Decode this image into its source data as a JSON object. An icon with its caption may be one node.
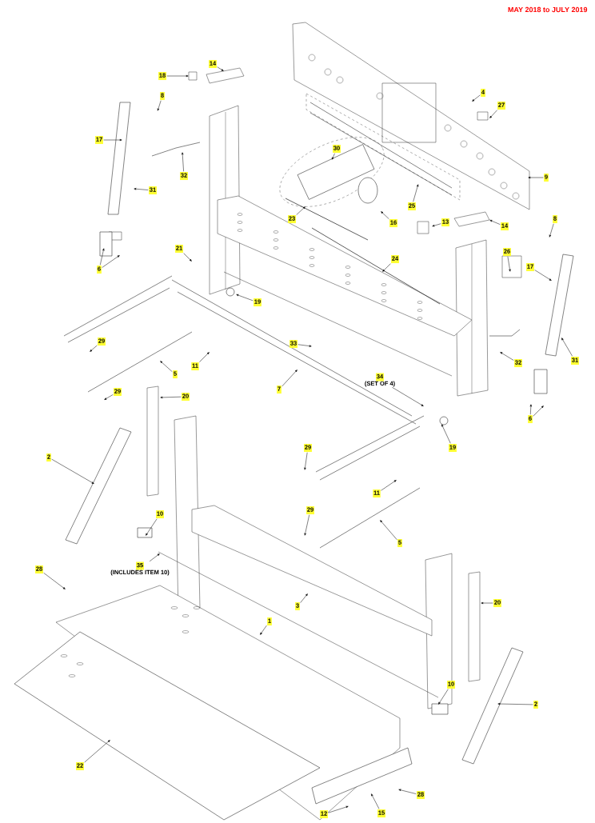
{
  "diagram": {
    "nodes": [
      {
        "text": [
          "18"
        ]
      },
      {
        "text": [
          "14"
        ]
      },
      {
        "text": [
          "8"
        ]
      },
      {
        "text": [
          "17"
        ]
      },
      {
        "text": [
          "32"
        ]
      },
      {
        "text": [
          "31"
        ]
      },
      {
        "text": [
          "6"
        ]
      },
      {
        "text": [
          "30"
        ]
      },
      {
        "text": [
          "4"
        ]
      },
      {
        "text": [
          "27"
        ]
      },
      {
        "text": [
          "9"
        ]
      },
      {
        "text": [
          "25"
        ]
      },
      {
        "text": [
          "16"
        ]
      },
      {
        "text": [
          "23"
        ]
      },
      {
        "text": [
          "13"
        ]
      },
      {
        "text": [
          "14"
        ]
      },
      {
        "text": [
          "8"
        ]
      },
      {
        "text": [
          "21"
        ]
      },
      {
        "text": [
          "24"
        ]
      },
      {
        "text": [
          "26"
        ]
      },
      {
        "text": [
          "17"
        ]
      },
      {
        "text": [
          "19"
        ]
      },
      {
        "text": [
          "29"
        ]
      },
      {
        "text": [
          "11"
        ]
      },
      {
        "text": [
          "5"
        ]
      },
      {
        "text": [
          "33"
        ]
      },
      {
        "text": [
          "7"
        ]
      },
      {
        "text": [
          "32"
        ]
      },
      {
        "text": [
          "31"
        ]
      },
      {
        "text": [
          "29"
        ]
      },
      {
        "text": [
          "34",
          "(SET OF 4)"
        ]
      },
      {
        "text": [
          "20"
        ]
      },
      {
        "text": [
          "6"
        ]
      },
      {
        "text": [
          "19"
        ]
      },
      {
        "text": [
          "2"
        ]
      },
      {
        "text": [
          "29"
        ]
      },
      {
        "text": [
          "11"
        ]
      },
      {
        "text": [
          "10"
        ]
      },
      {
        "text": [
          "29"
        ]
      },
      {
        "text": [
          "5"
        ]
      },
      {
        "text": [
          "35",
          "(INCLUDES ITEM 10)"
        ]
      },
      {
        "text": [
          "28"
        ]
      },
      {
        "text": [
          "3"
        ]
      },
      {
        "text": [
          "20"
        ]
      },
      {
        "text": [
          "1"
        ]
      },
      {
        "text": [
          "10"
        ]
      },
      {
        "text": [
          "2"
        ]
      },
      {
        "text": [
          "22"
        ]
      },
      {
        "text": [
          "28"
        ]
      },
      {
        "text": [
          "12"
        ]
      },
      {
        "text": [
          "15"
        ]
      }
    ],
    "edges": [
      {
        "from": 0,
        "to": null,
        "arrow": "to"
      },
      {
        "from": 1,
        "to": null,
        "arrow": "to"
      },
      {
        "from": 2,
        "to": null,
        "arrow": "to"
      },
      {
        "from": 3,
        "to": null,
        "arrow": "to"
      },
      {
        "from": 4,
        "to": null,
        "arrow": "to"
      },
      {
        "from": 5,
        "to": null,
        "arrow": "to"
      },
      {
        "from": 6,
        "to": null,
        "arrow": "to"
      },
      {
        "from": 6,
        "to": null,
        "arrow": "to"
      },
      {
        "from": 7,
        "to": null,
        "arrow": "to"
      },
      {
        "from": 8,
        "to": null,
        "arrow": "to"
      },
      {
        "from": 9,
        "to": null,
        "arrow": "to"
      },
      {
        "from": 10,
        "to": null,
        "arrow": "to"
      },
      {
        "from": 11,
        "to": null,
        "arrow": "to"
      },
      {
        "from": 12,
        "to": null,
        "arrow": "to"
      },
      {
        "from": 13,
        "to": null,
        "arrow": "to"
      },
      {
        "from": 14,
        "to": null,
        "arrow": "to"
      },
      {
        "from": 15,
        "to": null,
        "arrow": "to"
      },
      {
        "from": 16,
        "to": null,
        "arrow": "to"
      },
      {
        "from": 17,
        "to": null,
        "arrow": "to"
      },
      {
        "from": 18,
        "to": null,
        "arrow": "to"
      },
      {
        "from": 19,
        "to": null,
        "arrow": "to"
      },
      {
        "from": 20,
        "to": null,
        "arrow": "to"
      },
      {
        "from": 21,
        "to": null,
        "arrow": "to"
      },
      {
        "from": 22,
        "to": null,
        "arrow": "to"
      },
      {
        "from": 23,
        "to": null,
        "arrow": "to"
      },
      {
        "from": 24,
        "to": null,
        "arrow": "to"
      },
      {
        "from": 25,
        "to": null,
        "arrow": "to"
      },
      {
        "from": 26,
        "to": null,
        "arrow": "to"
      },
      {
        "from": 27,
        "to": null,
        "arrow": "to"
      },
      {
        "from": 28,
        "to": null,
        "arrow": "to"
      },
      {
        "from": 29,
        "to": null,
        "arrow": "to"
      },
      {
        "from": 30,
        "to": null,
        "arrow": "to"
      },
      {
        "from": 31,
        "to": null,
        "arrow": "to"
      },
      {
        "from": 32,
        "to": null,
        "arrow": "to"
      },
      {
        "from": 32,
        "to": null,
        "arrow": "to"
      },
      {
        "from": 33,
        "to": null,
        "arrow": "to"
      },
      {
        "from": 34,
        "to": null,
        "arrow": "to"
      },
      {
        "from": 35,
        "to": null,
        "arrow": "to"
      },
      {
        "from": 36,
        "to": null,
        "arrow": "to"
      },
      {
        "from": 37,
        "to": null,
        "arrow": "to"
      },
      {
        "from": 38,
        "to": null,
        "arrow": "to"
      },
      {
        "from": 39,
        "to": null,
        "arrow": "to"
      },
      {
        "from": 40,
        "to": null,
        "arrow": "to"
      },
      {
        "from": 41,
        "to": null,
        "arrow": "to"
      },
      {
        "from": 42,
        "to": null,
        "arrow": "to"
      },
      {
        "from": 43,
        "to": null,
        "arrow": "to"
      },
      {
        "from": 44,
        "to": null,
        "arrow": "to"
      },
      {
        "from": 45,
        "to": null,
        "arrow": "to"
      },
      {
        "from": 46,
        "to": null,
        "arrow": "to"
      },
      {
        "from": 47,
        "to": null,
        "arrow": "to"
      },
      {
        "from": 48,
        "to": null,
        "arrow": "to"
      },
      {
        "from": 49,
        "to": null,
        "arrow": "to"
      },
      {
        "from": 50,
        "to": null,
        "arrow": "to"
      }
    ],
    "labels": [
      "MAY 2018 to JULY 2019"
    ]
  }
}
